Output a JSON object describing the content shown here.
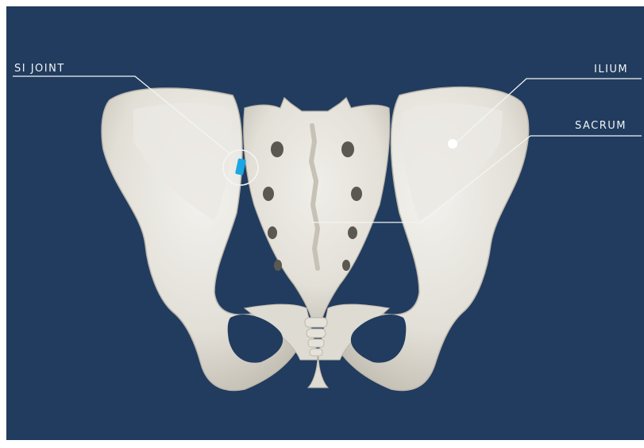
{
  "labels": {
    "si_joint": "SI JOINT",
    "ilium": "ILIUM",
    "sacrum": "SACRUM"
  },
  "colors": {
    "background": "#213c5e",
    "bone": "#e8e5de",
    "bone_shadow": "#cbc7bd",
    "hole": "#5b5852",
    "marker": "#1aa7e3",
    "leader_line": "#f4f4f4"
  }
}
